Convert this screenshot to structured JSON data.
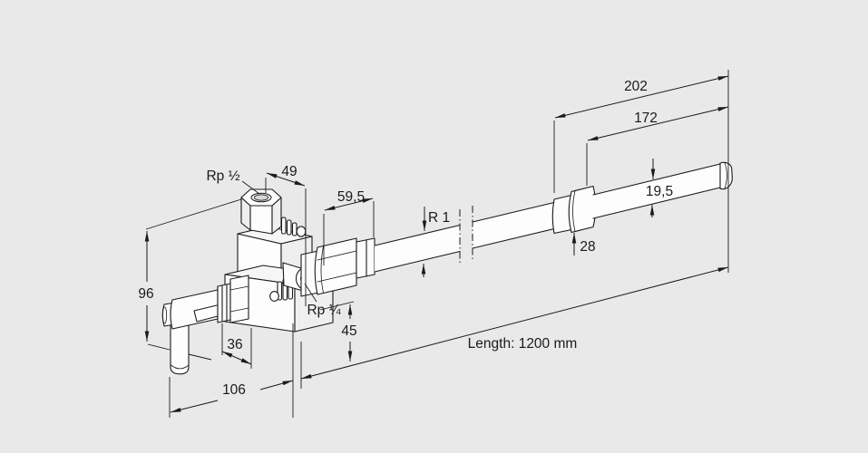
{
  "drawing": {
    "background": "#e9e9e9",
    "line_color": "#1b1b1b",
    "fill_color": "#fdfdfd",
    "labels": {
      "rp_half": "Rp ½",
      "rp_quarter": "Rp ¼",
      "dim_49": "49",
      "dim_59_5": "59,5",
      "dim_r1": "R 1",
      "dim_202": "202",
      "dim_172": "172",
      "dim_19_5": "19,5",
      "dim_28": "28",
      "dim_96": "96",
      "dim_36": "36",
      "dim_45": "45",
      "dim_106": "106",
      "length_note": "Length: 1200 mm"
    }
  }
}
